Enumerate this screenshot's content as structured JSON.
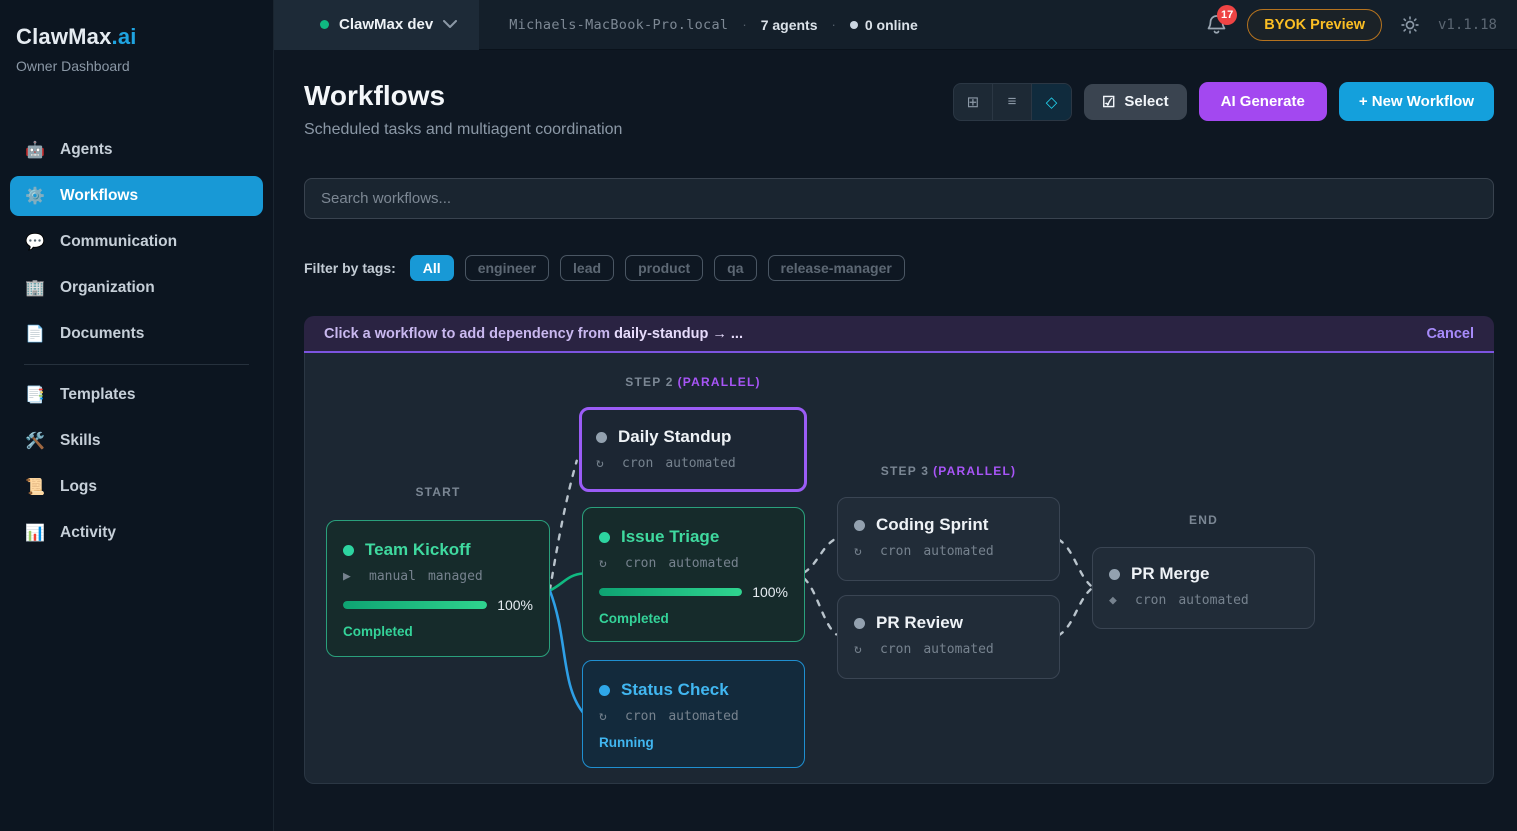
{
  "brand": {
    "name": "ClawMax",
    "suffix": ".ai",
    "subtitle": "Owner Dashboard"
  },
  "sidebar": {
    "items": [
      {
        "icon": "🤖",
        "label": "Agents"
      },
      {
        "icon": "⚙️",
        "label": "Workflows"
      },
      {
        "icon": "💬",
        "label": "Communication"
      },
      {
        "icon": "🏢",
        "label": "Organization"
      },
      {
        "icon": "📄",
        "label": "Documents"
      },
      {
        "icon": "📑",
        "label": "Templates"
      },
      {
        "icon": "🛠️",
        "label": "Skills"
      },
      {
        "icon": "📜",
        "label": "Logs"
      },
      {
        "icon": "📊",
        "label": "Activity"
      }
    ]
  },
  "topbar": {
    "project": "ClawMax dev",
    "host": "Michaels-MacBook-Pro.local",
    "separator": "·",
    "agents": "7 agents",
    "online": "0 online",
    "badge": "17",
    "byok": "BYOK Preview",
    "version": "v1.1.18"
  },
  "header": {
    "title": "Workflows",
    "subtitle": "Scheduled tasks and multiagent coordination",
    "view_modes": {
      "grid": "⊞",
      "list": "≡",
      "graph": "◇"
    },
    "select_icon": "☑",
    "select_label": "Select",
    "ai_generate_label": "AI Generate",
    "new_workflow_label": "+ New Workflow"
  },
  "search": {
    "placeholder": "Search workflows..."
  },
  "filters": {
    "label": "Filter by tags:",
    "tags": [
      "All",
      "engineer",
      "lead",
      "product",
      "qa",
      "release-manager"
    ]
  },
  "banner": {
    "prefix": "Click a workflow to add dependency from ",
    "workflow": "daily-standup",
    "suffix": " → ...",
    "cancel": "Cancel"
  },
  "graph": {
    "labels": {
      "start": "START",
      "end": "END",
      "step2": "STEP 2",
      "step3": "STEP 3",
      "parallel": "(PARALLEL)"
    },
    "cards": [
      {
        "id": "daily-standup",
        "title": "Daily Standup",
        "icon": "↻",
        "schedule": "cron",
        "mode": "automated",
        "state": "selected"
      },
      {
        "id": "team-kickoff",
        "title": "Team Kickoff",
        "icon": "▶",
        "schedule": "manual",
        "mode": "managed",
        "progress": "100%",
        "progress_pct": 100,
        "status": "Completed"
      },
      {
        "id": "issue-triage",
        "title": "Issue Triage",
        "icon": "↻",
        "schedule": "cron",
        "mode": "automated",
        "progress": "100%",
        "progress_pct": 100,
        "status": "Completed"
      },
      {
        "id": "status-check",
        "title": "Status Check",
        "icon": "↻",
        "schedule": "cron",
        "mode": "automated",
        "status": "Running"
      },
      {
        "id": "coding-sprint",
        "title": "Coding Sprint",
        "icon": "↻",
        "schedule": "cron",
        "mode": "automated"
      },
      {
        "id": "pr-review",
        "title": "PR Review",
        "icon": "↻",
        "schedule": "cron",
        "mode": "automated"
      },
      {
        "id": "pr-merge",
        "title": "PR Merge",
        "icon": "◆",
        "schedule": "cron",
        "mode": "automated"
      }
    ]
  },
  "colors": {
    "accent_blue": "#1899d6",
    "accent_purple": "#a348f0",
    "success_green": "#10b981",
    "running_blue": "#2fa7e8",
    "selected_purple": "#9b5cf6",
    "warning_amber": "#fbbf24",
    "alert_red": "#ef4444"
  }
}
